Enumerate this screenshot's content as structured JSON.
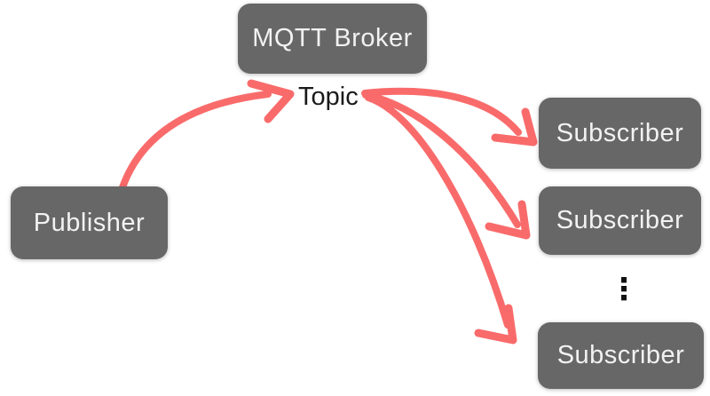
{
  "diagram": {
    "title_semantic": "MQTT publish-subscribe architecture diagram",
    "broker": {
      "label": "MQTT Broker"
    },
    "topic": {
      "label": "Topic"
    },
    "publisher": {
      "label": "Publisher"
    },
    "subscribers": [
      {
        "label": "Subscriber"
      },
      {
        "label": "Subscriber"
      },
      {
        "label": "Subscriber"
      }
    ],
    "ellipsis": "⋮",
    "colors": {
      "node_bg": "#676767",
      "node_text": "#F2F2F2",
      "arrow": "#F96B6B",
      "topic_text": "#1A1A1A",
      "background": "#FFFFFF"
    }
  }
}
